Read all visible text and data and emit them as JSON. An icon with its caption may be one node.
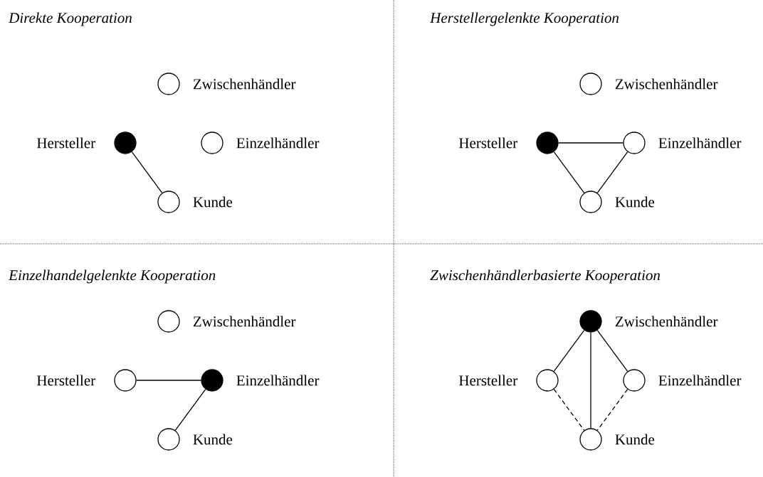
{
  "diagram": {
    "nodes": [
      {
        "text": [],
        "shape": "circle",
        "beside": [
          "Zwischenhändler"
        ]
      },
      {
        "text": [],
        "shape": "dot",
        "beside": [
          "Hersteller"
        ]
      },
      {
        "text": [],
        "shape": "circle",
        "beside": [
          "Einzelhändler"
        ]
      },
      {
        "text": [],
        "shape": "circle",
        "beside": [
          "Kunde"
        ]
      },
      {
        "text": [],
        "shape": "circle",
        "beside": [
          "Zwischenhändler"
        ]
      },
      {
        "text": [],
        "shape": "dot",
        "beside": [
          "Hersteller"
        ]
      },
      {
        "text": [],
        "shape": "circle",
        "beside": [
          "Einzelhändler"
        ]
      },
      {
        "text": [],
        "shape": "circle",
        "beside": [
          "Kunde"
        ]
      },
      {
        "text": [],
        "shape": "circle",
        "beside": [
          "Zwischenhändler"
        ]
      },
      {
        "text": [],
        "shape": "circle",
        "beside": [
          "Hersteller"
        ]
      },
      {
        "text": [],
        "shape": "dot",
        "beside": [
          "Einzelhändler"
        ]
      },
      {
        "text": [],
        "shape": "circle",
        "beside": [
          "Kunde"
        ]
      },
      {
        "text": [],
        "shape": "dot",
        "beside": [
          "Zwischenhändler"
        ]
      },
      {
        "text": [],
        "shape": "circle",
        "beside": [
          "Hersteller"
        ]
      },
      {
        "text": [],
        "shape": "circle",
        "beside": [
          "Einzelhändler"
        ]
      },
      {
        "text": [],
        "shape": "circle",
        "beside": [
          "Kunde"
        ]
      }
    ],
    "edges": [
      {
        "from": 1,
        "to": 3,
        "arrow": "none"
      },
      {
        "from": 5,
        "to": 6,
        "arrow": "none"
      },
      {
        "from": 5,
        "to": 7,
        "arrow": "none"
      },
      {
        "from": 6,
        "to": 7,
        "arrow": "none"
      },
      {
        "from": 9,
        "to": 10,
        "arrow": "none"
      },
      {
        "from": 10,
        "to": 11,
        "arrow": "none"
      },
      {
        "from": 12,
        "to": 13,
        "arrow": "none"
      },
      {
        "from": 12,
        "to": 15,
        "arrow": "none"
      },
      {
        "from": 12,
        "to": 14,
        "arrow": "none"
      },
      {
        "from": 13,
        "to": 15,
        "arrow": "none",
        "style": "dashed"
      },
      {
        "from": 14,
        "to": 15,
        "arrow": "none",
        "style": "dashed"
      }
    ],
    "labels": [
      "Direkte Kooperation",
      "Herstellergelenkte Kooperation",
      "Einzelhandelgelenkte Kooperation",
      "Zwischenhändlerbasierte Kooperation"
    ]
  }
}
